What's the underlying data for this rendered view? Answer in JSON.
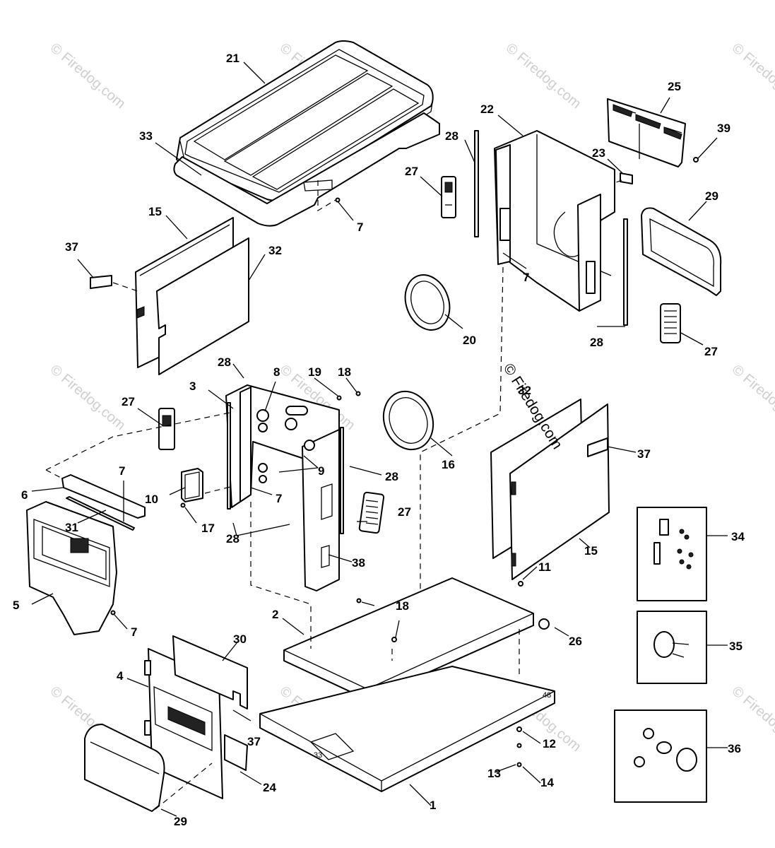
{
  "watermark": {
    "text": "© Firedog.com",
    "center_text": "© Firedog.com"
  },
  "callouts": {
    "c1": "1",
    "c2": "2",
    "c3": "3",
    "c4": "4",
    "c5": "5",
    "c6": "6",
    "c7a": "7",
    "c7b": "7",
    "c7c": "7",
    "c7d": "7",
    "c7e": "7",
    "c8": "8",
    "c9": "9",
    "c10": "10",
    "c11": "11",
    "c12": "12",
    "c13": "13",
    "c14": "14",
    "c15a": "15",
    "c15b": "15",
    "c16": "16",
    "c17": "17",
    "c18a": "18",
    "c18b": "18",
    "c19": "19",
    "c20": "20",
    "c21": "21",
    "c22": "22",
    "c23": "23",
    "c24": "24",
    "c25": "25",
    "c26": "26",
    "c27a": "27",
    "c27b": "27",
    "c27c": "27",
    "c27d": "27",
    "c28a": "28",
    "c28b": "28",
    "c28c": "28",
    "c28d": "28",
    "c28e": "28",
    "c29a": "29",
    "c29b": "29",
    "c30": "30",
    "c31": "31",
    "c32a": "32",
    "c32b": "32",
    "c33": "33",
    "c34": "34",
    "c35": "35",
    "c36": "36",
    "c37a": "37",
    "c37b": "37",
    "c37c": "37",
    "c38": "38",
    "c39": "39"
  },
  "part_marks": {
    "base_plate_mark": "33",
    "base_plate_corner_mark": "48"
  }
}
